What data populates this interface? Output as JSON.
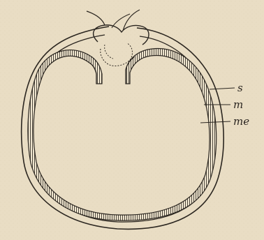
{
  "figure": {
    "labels": {
      "s": "s",
      "m": "m",
      "me": "me"
    }
  }
}
